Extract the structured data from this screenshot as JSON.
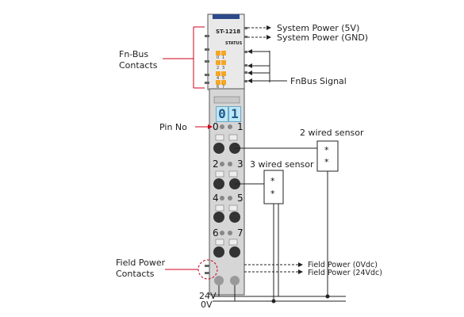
{
  "module": {
    "model": "ST-1218",
    "status_label": "STATUS"
  },
  "leds": [
    "0",
    "1",
    "2",
    "3",
    "4",
    "5",
    "6",
    "7"
  ],
  "display_digits": [
    "0",
    "1"
  ],
  "labels": {
    "system_power_5v": "System Power (5V)",
    "system_power_gnd": "System Power (GND)",
    "fnbus_contacts_line1": "Fn-Bus",
    "fnbus_contacts_line2": "Contacts",
    "fnbus_signal": "FnBus Signal",
    "pin_no": "Pin No",
    "two_wired_sensor": "2 wired sensor",
    "three_wired_sensor": "3 wired sensor",
    "field_power_contacts_line1": "Field Power",
    "field_power_contacts_line2": "Contacts",
    "field_power_0v": "Field Power (0Vdc)",
    "field_power_24v": "Field Power (24Vdc)",
    "rail_24v": "24V",
    "rail_0v": "0V"
  },
  "pins": [
    "0",
    "1",
    "2",
    "3",
    "4",
    "5",
    "6",
    "7"
  ],
  "sensor_symbol": "*",
  "colors": {
    "accent_red": "#d0021b",
    "led_orange": "#f5a623",
    "display_blue": "#bfe6f5",
    "module_gray": "#d6d6d6"
  }
}
